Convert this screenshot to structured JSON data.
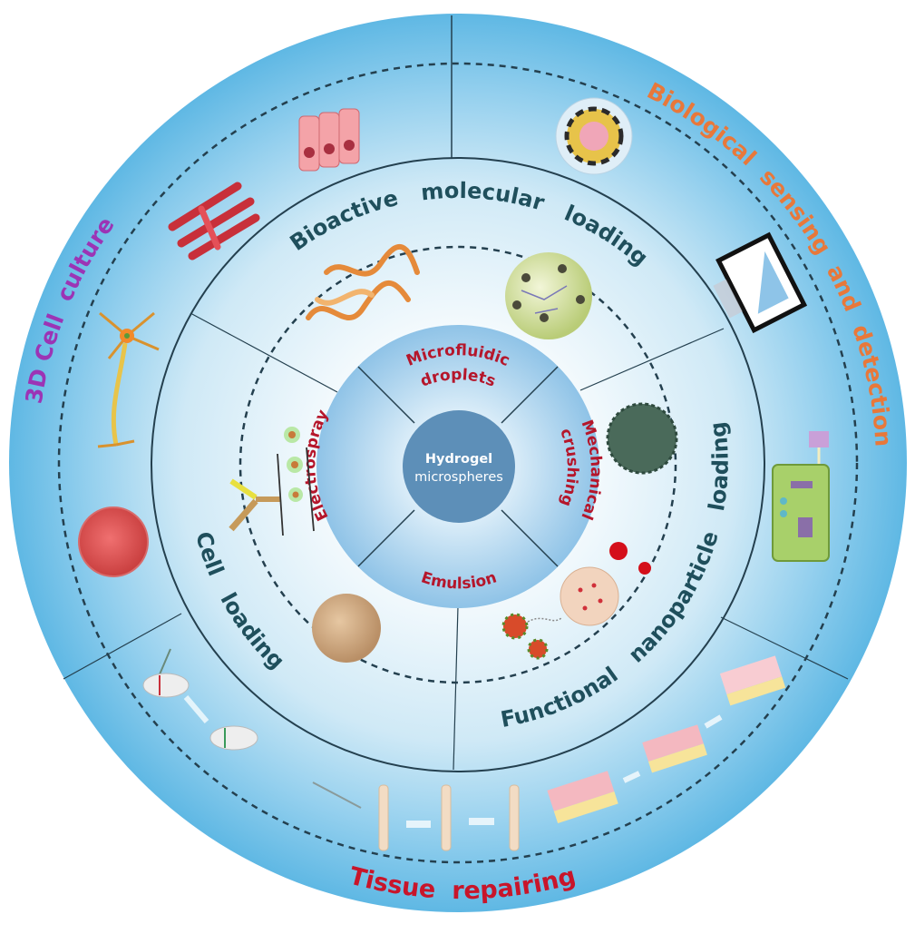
{
  "core": {
    "line1": "Hydrogel",
    "line2": "microspheres"
  },
  "methods": [
    {
      "id": "microfluidic",
      "line1": "Microfluidic",
      "line2": "droplets"
    },
    {
      "id": "mechanical",
      "line1": "Mechanical",
      "line2": "crushing"
    },
    {
      "id": "emulsion",
      "line1": "Emulsion"
    },
    {
      "id": "electrospray",
      "line1": "Electrospray"
    }
  ],
  "loading": {
    "bioactive": "Bioactive   molecular   loading",
    "nanoparticle": "Functional   nanoparticle   loading",
    "cell": "Cell   loading"
  },
  "applications": {
    "cell_culture": "3D Cell  culture",
    "sensing": "Biological  sensing  and  detection",
    "tissue": "Tissue  repairing"
  },
  "illustrations": [
    "epithelial-cells",
    "muscle-fibers",
    "neuron",
    "spheroid",
    "nanocarrier",
    "tablet-chart",
    "circuit-chip",
    "protein",
    "particle-network",
    "virus-particle",
    "drug-release",
    "antibody-microspheres",
    "cell-laden-sphere",
    "syringe-tubes",
    "bone-repair",
    "skin-repair"
  ],
  "colors": {
    "outer_ring": "#66bce6",
    "outer_ring_inner": "#cbe8f6",
    "inner_bg": "#f2f9fd",
    "method_ring": "#9ccbea",
    "core": "#5d8fb8",
    "core_text": "#ffffff",
    "method_text": "#b5162b",
    "loading_text": "#1f4f5c",
    "cell_culture_text": "#9c34b5",
    "sensing_text": "#e8783a",
    "tissue_text": "#c8152a",
    "line": "#24404f"
  }
}
